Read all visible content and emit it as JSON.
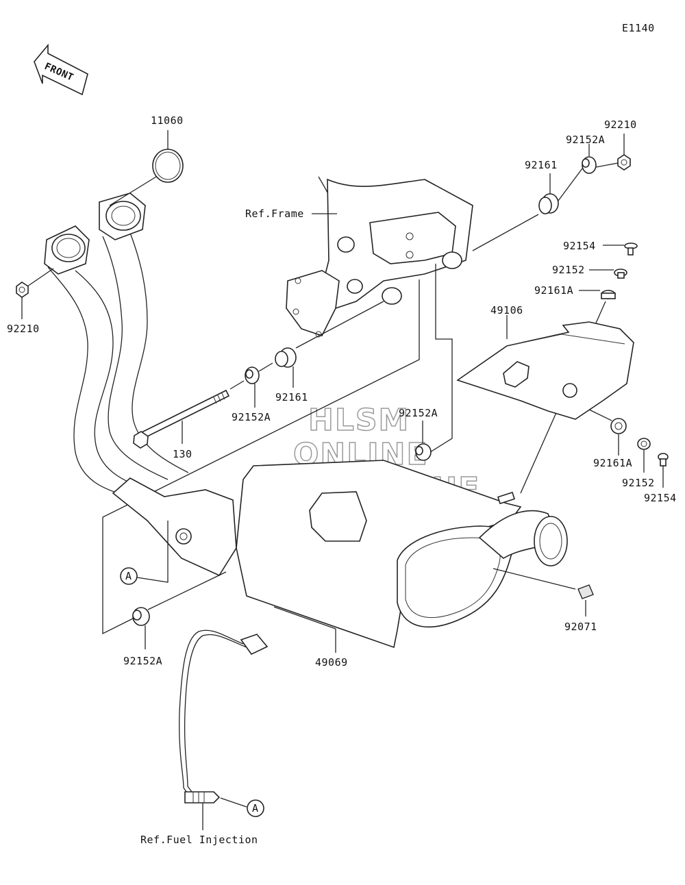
{
  "diagram_code": "E1140",
  "front_arrow_label": "FRONT",
  "ref_frame": "Ref.Frame",
  "ref_fuel_injection": "Ref.Fuel Injection",
  "callout_marker": "A",
  "watermark": [
    "HLSM",
    "ONLINE",
    "MICROFICHE"
  ],
  "parts": {
    "p11060": "11060",
    "p92210_left": "92210",
    "p92210_right": "92210",
    "p92152A_top": "92152A",
    "p92161_top": "92161",
    "p92154_top": "92154",
    "p92152_top": "92152",
    "p92161A_top": "92161A",
    "p49106": "49106",
    "p92161_mid": "92161",
    "p92152A_mid": "92152A",
    "p130": "130",
    "p92152A_right": "92152A",
    "p92161A_bottom": "92161A",
    "p92152_bottom": "92152",
    "p92154_bottom": "92154",
    "p92152A_bottom": "92152A",
    "p49069": "49069",
    "p92071": "92071"
  }
}
